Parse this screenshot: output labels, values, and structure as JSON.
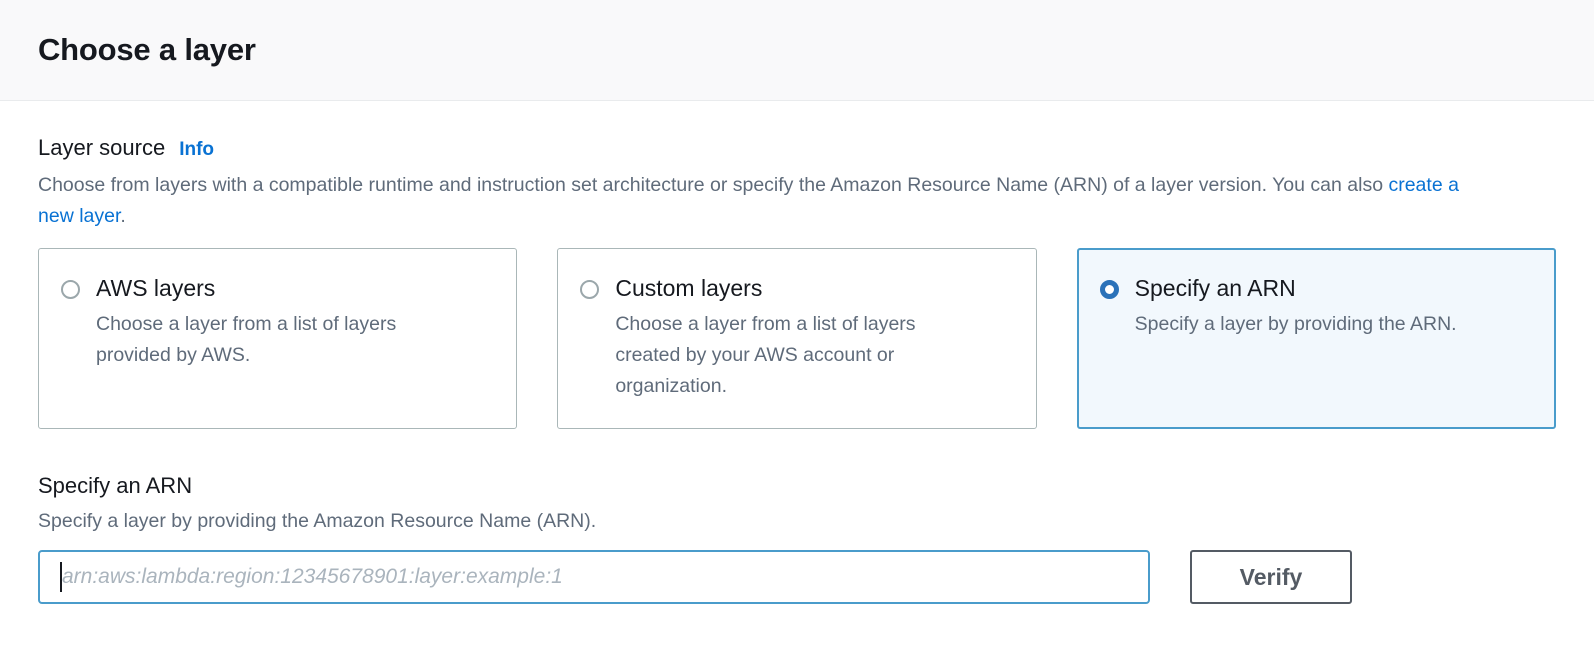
{
  "header": {
    "title": "Choose a layer"
  },
  "layer_source": {
    "label": "Layer source",
    "info_link": "Info",
    "description_part1": "Choose from layers with a compatible runtime and instruction set architecture or specify the Amazon Resource Name (ARN) of a layer version. You can also ",
    "description_link": "create a new layer",
    "description_part2": ".",
    "options": [
      {
        "title": "AWS layers",
        "description": "Choose a layer from a list of layers provided by AWS.",
        "selected": false
      },
      {
        "title": "Custom layers",
        "description": "Choose a layer from a list of layers created by your AWS account or organization.",
        "selected": false
      },
      {
        "title": "Specify an ARN",
        "description": "Specify a layer by providing the ARN.",
        "selected": true
      }
    ]
  },
  "arn_section": {
    "title": "Specify an ARN",
    "description": "Specify a layer by providing the Amazon Resource Name (ARN).",
    "input_value": "",
    "input_placeholder": "arn:aws:lambda:region:12345678901:layer:example:1",
    "verify_label": "Verify"
  },
  "colors": {
    "accent_blue": "#0972d3",
    "selected_border": "#4a9ccb",
    "selected_fill": "#f2f8fd",
    "radio_selected": "#2b72b9",
    "text_primary": "#16191f",
    "text_secondary": "#5f6b7a",
    "button_border": "#545b64",
    "header_bg": "#f9f9fa"
  }
}
